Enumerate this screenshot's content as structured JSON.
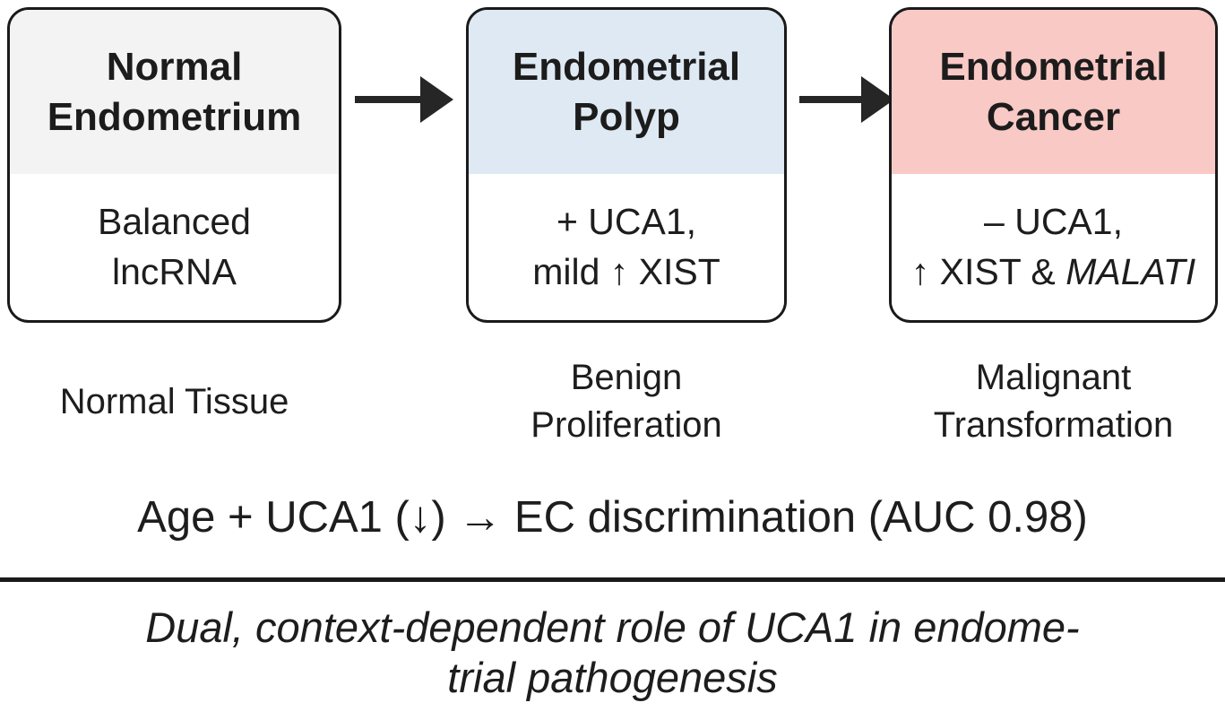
{
  "palette": {
    "background": "#ffffff",
    "border": "#1a1a1a",
    "text": "#1d1d1d",
    "header_gray": "#f3f3f3",
    "header_blue": "#dfe9f3",
    "header_pink": "#f9c9c5",
    "arrow": "#262626"
  },
  "stages": [
    {
      "title_line1": "Normal",
      "title_line2": "Endometrium",
      "body_line1": "Balanced",
      "body_line2": "lncRNA",
      "label_line1": "Normal Tissue"
    },
    {
      "title_line1": "Endometrial",
      "title_line2": "Polyp",
      "body_line1": "+ UCA1,",
      "body_line2": "mild ↑ XIST",
      "label_line1": "Benign",
      "label_line2": "Proliferation"
    },
    {
      "title_line1": "Endometrial",
      "title_line2": "Cancer",
      "body_line1": "– UCA1,",
      "body_line2_prefix": "↑ XIST & ",
      "body_line2_italic": "MALATI",
      "label_line1": "Malignant",
      "label_line2": "Transformation"
    }
  ],
  "statement": "Age + UCA1 (↓) → EC discrimination (AUC 0.98)",
  "caption": {
    "line1": "Dual, context-dependent role of UCA1 in endome-",
    "line2": "trial pathogenesis"
  }
}
